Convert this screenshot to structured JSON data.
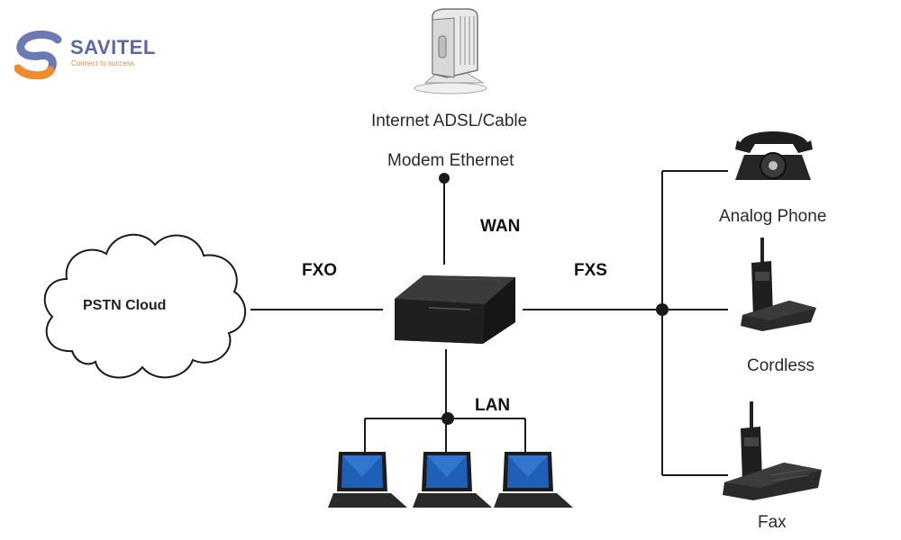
{
  "logo": {
    "name": "SAVITEL",
    "tagline": "Connect to success",
    "colors": {
      "primary": "#5a6aa0",
      "accent": "#f28a2e"
    }
  },
  "nodes": {
    "modem": {
      "line1": "Internet ADSL/Cable",
      "line2": "Modem Ethernet",
      "icon": "modem-icon"
    },
    "gateway": {
      "icon": "gateway-icon"
    },
    "cloud": {
      "label": "PSTN Cloud",
      "icon": "cloud-icon"
    },
    "analog_phone": {
      "label": "Analog Phone",
      "icon": "analog-phone-icon"
    },
    "cordless": {
      "label": "Cordless",
      "icon": "cordless-phone-icon"
    },
    "fax": {
      "label": "Fax",
      "icon": "fax-icon"
    },
    "laptops": {
      "count": 3,
      "icon": "laptop-icon"
    }
  },
  "ports": {
    "wan": "WAN",
    "fxo": "FXO",
    "fxs": "FXS",
    "lan": "LAN"
  },
  "colors": {
    "line": "#1a1a1a",
    "device_dark": "#2b2b2b"
  }
}
